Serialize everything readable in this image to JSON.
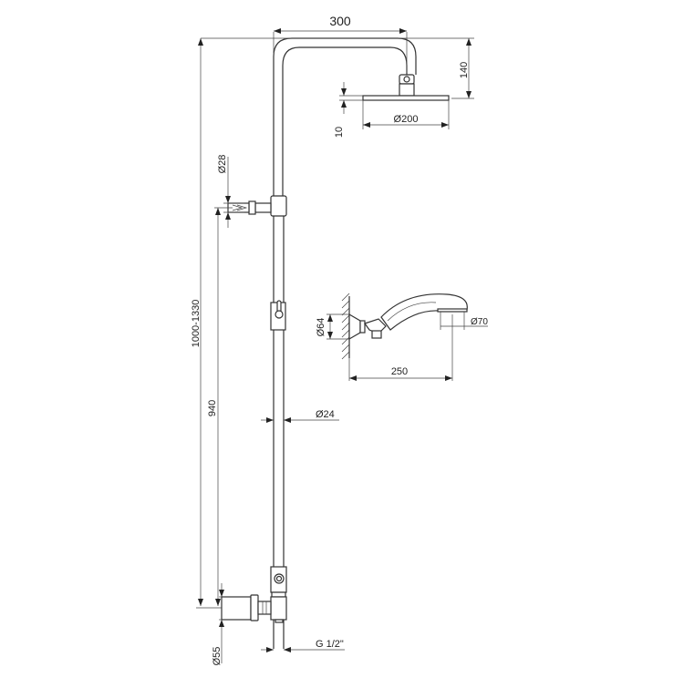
{
  "title": "Shower column technical drawing",
  "colors": {
    "line": "#333333",
    "background": "#ffffff"
  },
  "dimensions": {
    "arm_reach": "300",
    "head_height": "140",
    "head_diameter": "Ø200",
    "head_thickness": "10",
    "wall_bracket_diameter": "Ø28",
    "total_height": "1000-1330",
    "inlet_height": "940",
    "pipe_diameter": "Ø24",
    "hand_shower_holder_diameter": "Ø64",
    "hand_shower_face_diameter": "Ø70",
    "hand_shower_length": "250",
    "inlet_thread": "G 1/2\"",
    "mixer_flange_diameter": "Ø55"
  }
}
